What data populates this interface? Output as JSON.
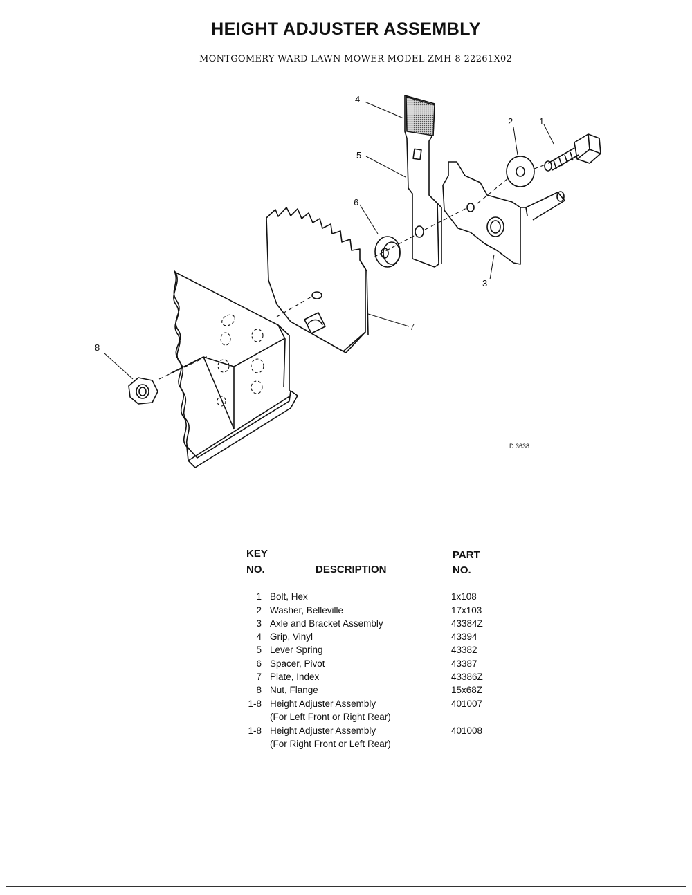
{
  "title": "HEIGHT ADJUSTER ASSEMBLY",
  "subtitle": "MONTGOMERY WARD LAWN MOWER MODEL ZMH-8-22261X02",
  "drawing_code": "D 3638",
  "callouts": [
    "1",
    "2",
    "3",
    "4",
    "5",
    "6",
    "7",
    "8"
  ],
  "table": {
    "headers": {
      "key_line1": "KEY",
      "key_line2": "NO.",
      "description": "DESCRIPTION",
      "part_line1": "PART",
      "part_line2": "NO."
    },
    "rows": [
      {
        "key": "1",
        "description": "Bolt, Hex",
        "part": "1x108"
      },
      {
        "key": "2",
        "description": "Washer, Belleville",
        "part": "17x103"
      },
      {
        "key": "3",
        "description": "Axle and Bracket Assembly",
        "part": "43384Z"
      },
      {
        "key": "4",
        "description": "Grip, Vinyl",
        "part": "43394"
      },
      {
        "key": "5",
        "description": "Lever Spring",
        "part": "43382"
      },
      {
        "key": "6",
        "description": "Spacer, Pivot",
        "part": "43387"
      },
      {
        "key": "7",
        "description": "Plate, Index",
        "part": "43386Z"
      },
      {
        "key": "8",
        "description": "Nut, Flange",
        "part": "15x68Z"
      },
      {
        "key": "1-8",
        "description": "Height Adjuster Assembly",
        "description2": "(For Left Front or Right Rear)",
        "part": "401007"
      },
      {
        "key": "1-8",
        "description": "Height Adjuster Assembly",
        "description2": "(For Right Front or Left Rear)",
        "part": "401008"
      }
    ]
  }
}
